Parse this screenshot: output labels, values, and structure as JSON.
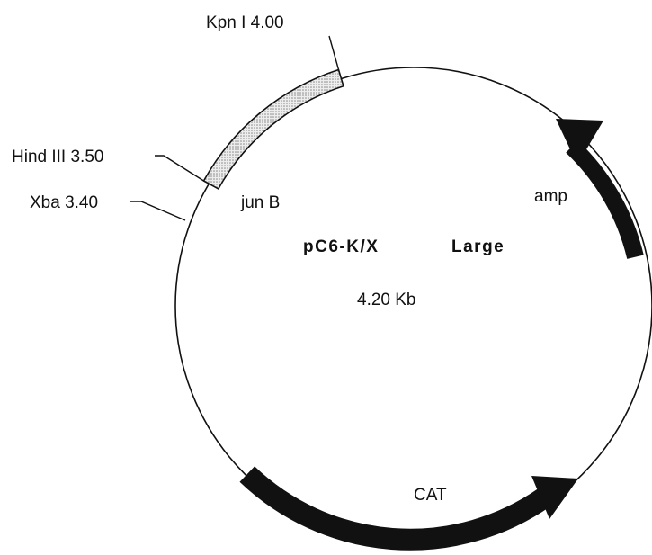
{
  "plasmid": {
    "name": "pC6-K/X",
    "variant": "Large",
    "size": "4.20 Kb"
  },
  "sites": {
    "kpn": "Kpn I 4.00",
    "hind": "Hind III 3.50",
    "xba": "Xba 3.40"
  },
  "features": {
    "junb": "jun B",
    "amp": "amp",
    "cat": "CAT"
  },
  "colors": {
    "ink": "#111111",
    "stipple": "#c8c8c8",
    "background": "#ffffff"
  }
}
